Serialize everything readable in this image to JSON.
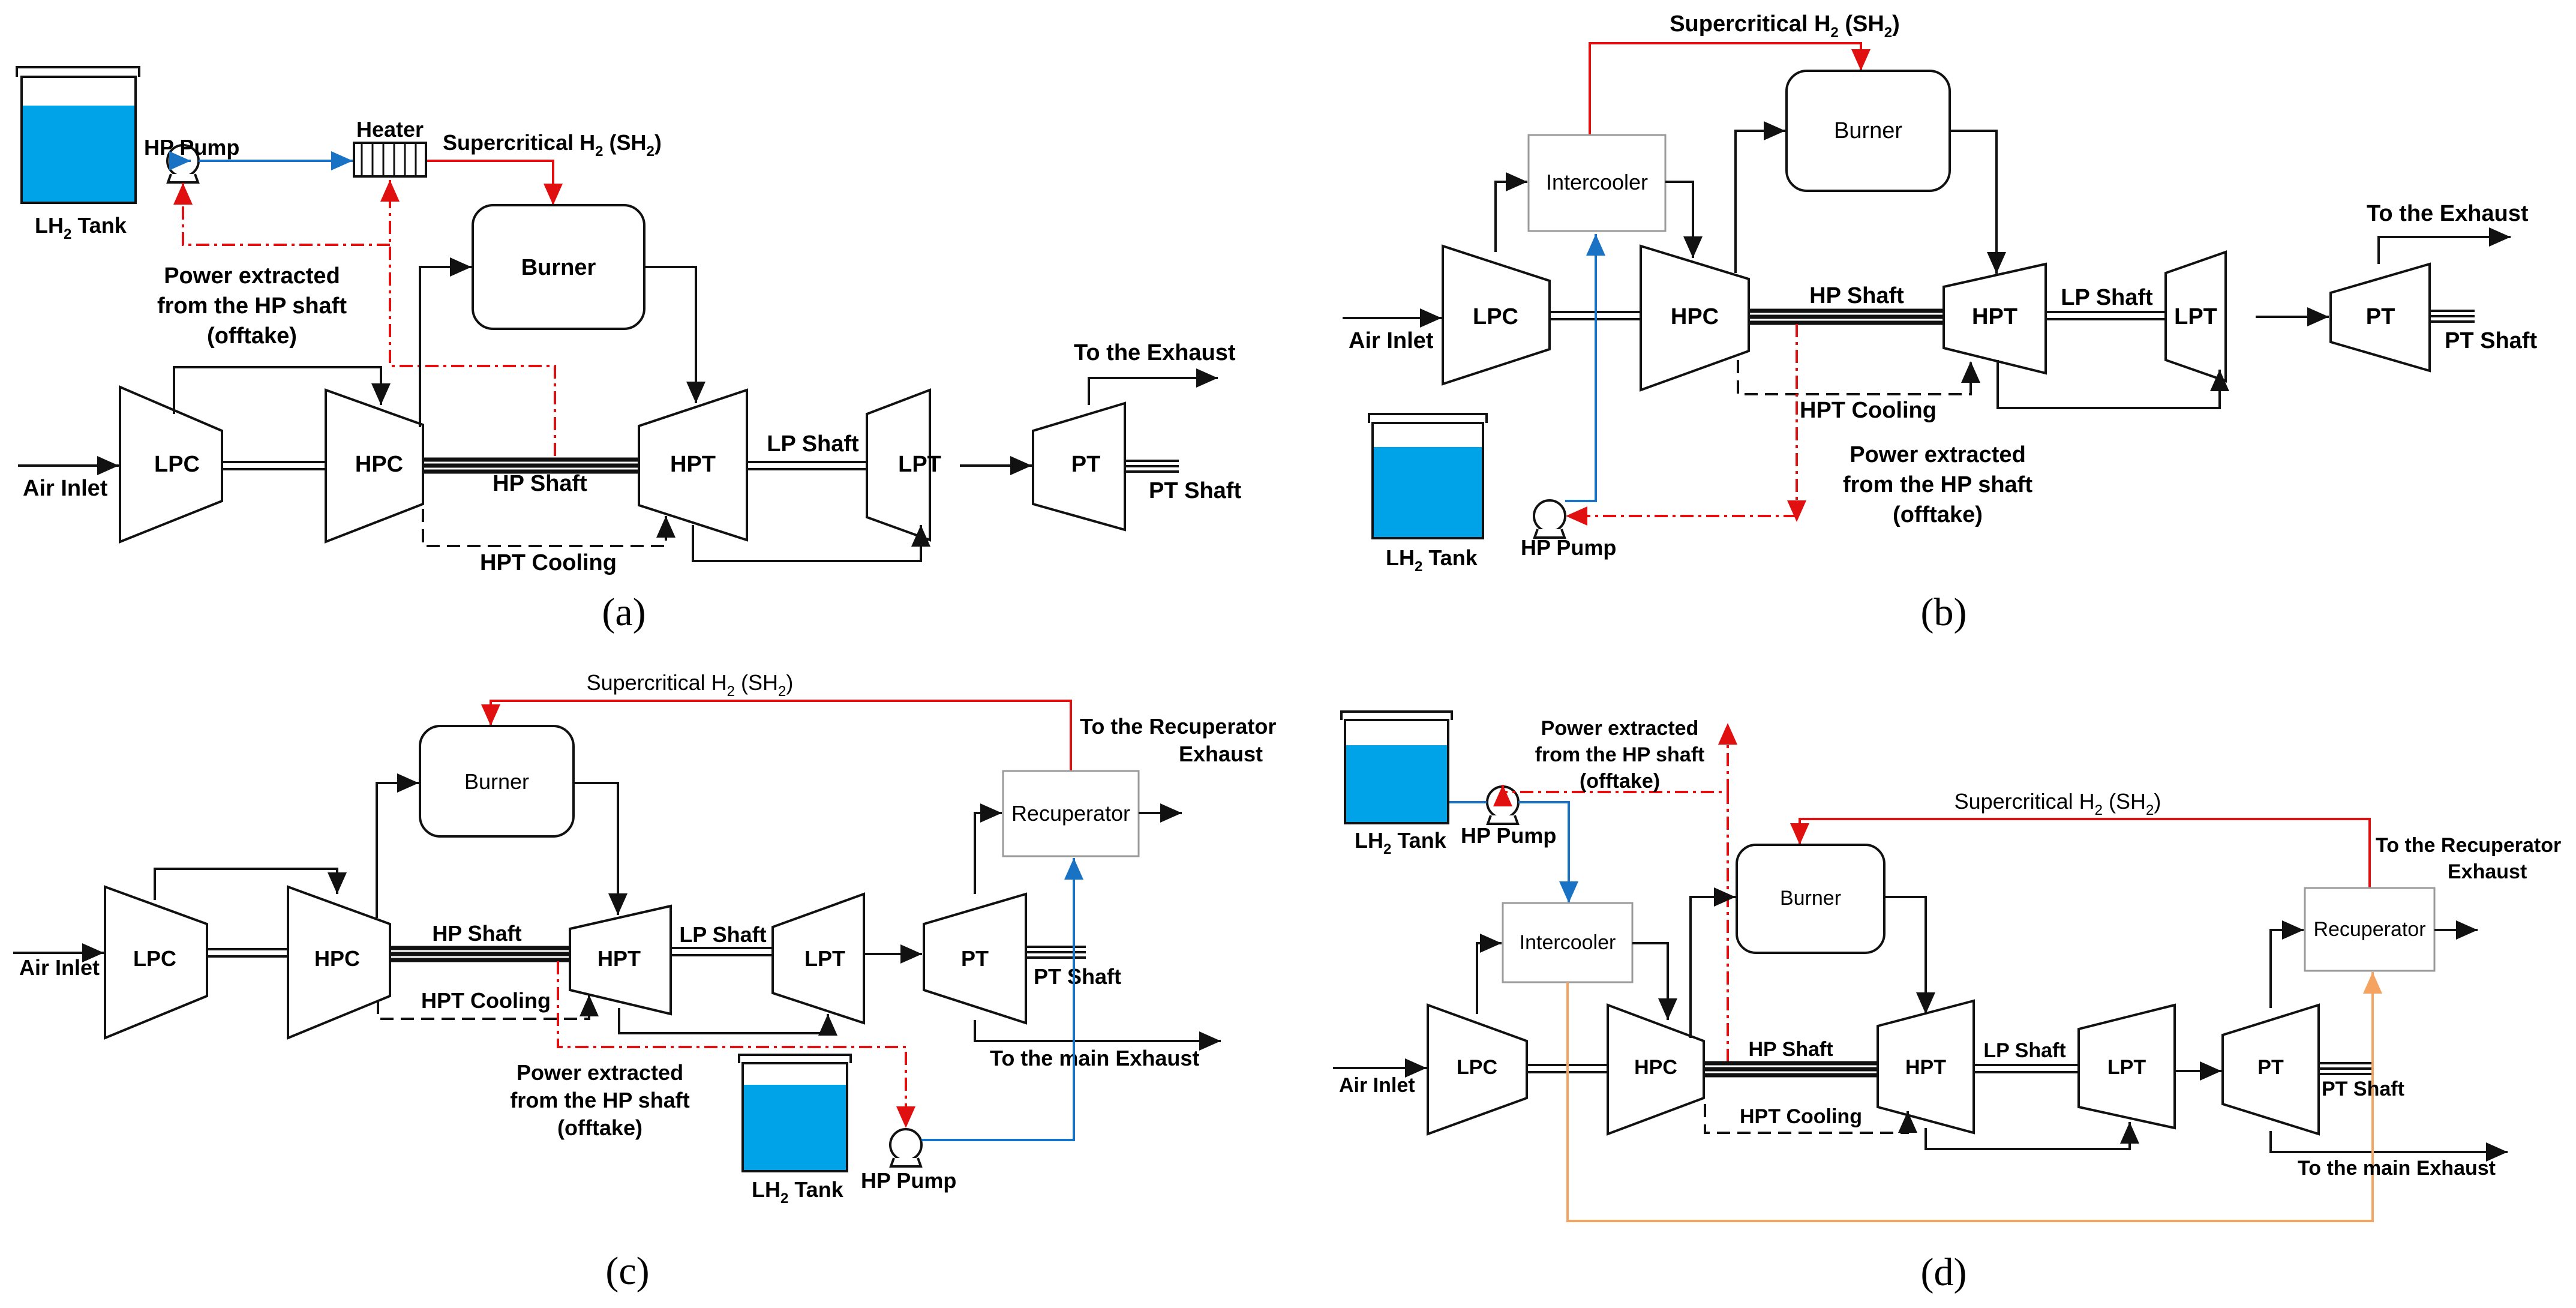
{
  "colors": {
    "sh2_line": "#e01010",
    "power_offtake_line": "#e01010",
    "lh2_line": "#1a72c4",
    "recuperator_bypass": "#f4a460",
    "tank_fill": "#00a2e8"
  },
  "panels": {
    "a": {
      "caption": "(a)",
      "lh2_tank": "LH",
      "tank_word": " Tank",
      "hp_pump": "HP Pump",
      "heater": "Heater",
      "sh2": "Supercritical H",
      "sh2_tail": " (SH",
      "power": [
        "Power extracted",
        "from the HP shaft",
        "(offtake)"
      ],
      "burner": "Burner",
      "lpc": "LPC",
      "hpc": "HPC",
      "hpt": "HPT",
      "lpt": "LPT",
      "pt": "PT",
      "air_inlet": "Air Inlet",
      "hp_shaft": "HP Shaft",
      "lp_shaft": "LP Shaft",
      "pt_shaft": "PT Shaft",
      "hpt_cooling": "HPT Cooling",
      "exhaust": "To the Exhaust"
    },
    "b": {
      "caption": "(b)",
      "sh2": "Supercritical H",
      "sh2_tail": " (SH",
      "intercooler": "Intercooler",
      "burner": "Burner",
      "lpc": "LPC",
      "hpc": "HPC",
      "hpt": "HPT",
      "lpt": "LPT",
      "pt": "PT",
      "air_inlet": "Air Inlet",
      "hp_shaft": "HP Shaft",
      "lp_shaft": "LP Shaft",
      "pt_shaft": "PT Shaft",
      "hpt_cooling": "HPT Cooling",
      "exhaust": "To the Exhaust",
      "power": [
        "Power extracted",
        "from the HP shaft",
        "(offtake)"
      ],
      "lh2_tank": "LH",
      "tank_word": " Tank",
      "hp_pump": "HP Pump"
    },
    "c": {
      "caption": "(c)",
      "sh2": "Supercritical H",
      "sh2_tail": " (SH",
      "burner": "Burner",
      "recuperator": "Recuperator",
      "recup_exhaust": [
        "To the Recuperator",
        "Exhaust"
      ],
      "lpc": "LPC",
      "hpc": "HPC",
      "hpt": "HPT",
      "lpt": "LPT",
      "pt": "PT",
      "air_inlet": "Air Inlet",
      "hp_shaft": "HP Shaft",
      "lp_shaft": "LP Shaft",
      "pt_shaft": "PT Shaft",
      "hpt_cooling": "HPT Cooling",
      "main_exhaust": "To the main Exhaust",
      "power": [
        "Power extracted",
        "from the HP shaft",
        "(offtake)"
      ],
      "lh2_tank": "LH",
      "tank_word": " Tank",
      "hp_pump": "HP Pump"
    },
    "d": {
      "caption": "(d)",
      "lh2_tank": "LH",
      "tank_word": " Tank",
      "hp_pump": "HP Pump",
      "power": [
        "Power extracted",
        "from the HP shaft",
        "(offtake)"
      ],
      "sh2": "Supercritical H",
      "sh2_tail": " (SH",
      "recup_exhaust": [
        "To the Recuperator",
        "Exhaust"
      ],
      "intercooler": "Intercooler",
      "burner": "Burner",
      "recuperator": "Recuperator",
      "lpc": "LPC",
      "hpc": "HPC",
      "hpt": "HPT",
      "lpt": "LPT",
      "pt": "PT",
      "air_inlet": "Air Inlet",
      "hp_shaft": "HP Shaft",
      "lp_shaft": "LP Shaft",
      "pt_shaft": "PT Shaft",
      "hpt_cooling": "HPT Cooling",
      "main_exhaust": "To the main Exhaust"
    }
  },
  "subscript_2": "2",
  "close_paren": ")"
}
